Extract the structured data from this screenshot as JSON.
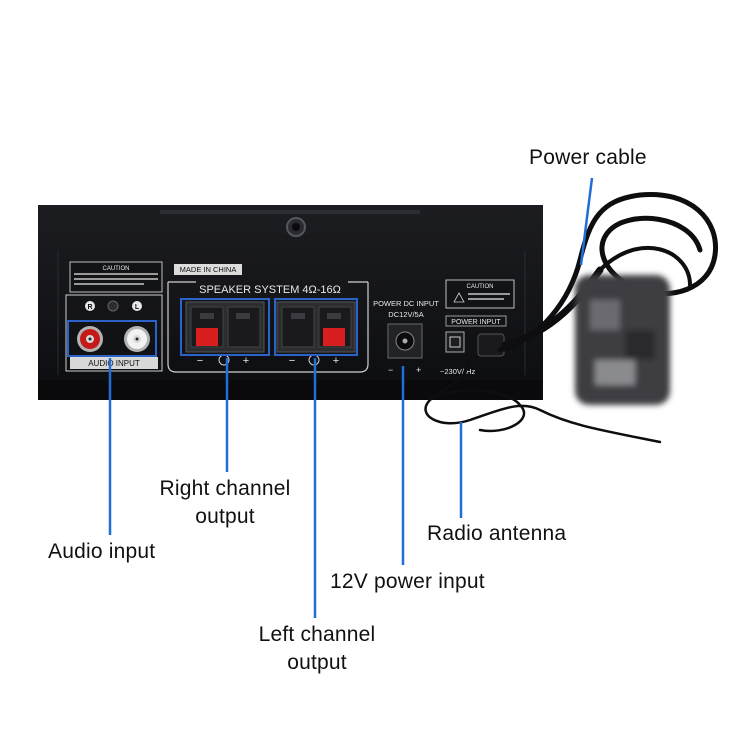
{
  "callouts": {
    "power_cable": "Power cable",
    "right_channel_line1": "Right channel",
    "right_channel_line2": "output",
    "audio_input": "Audio input",
    "radio_antenna": "Radio antenna",
    "power_input_12v": "12V power input",
    "left_channel_line1": "Left channel",
    "left_channel_line2": "output"
  },
  "panel": {
    "made_in": "MADE IN CHINA",
    "speaker_system": "SPEAKER SYSTEM 4Ω-16Ω",
    "audio_input_label": "AUDIO INPUT",
    "channel_r": "R",
    "channel_l": "L",
    "caution_left_title": "CAUTION",
    "caution_right_title": "CAUTION",
    "power_dc_input_line1": "POWER DC INPUT",
    "power_dc_input_line2": "DC12V/5A",
    "power_input_label": "POWER INPUT",
    "mains_label": "~230V/   Hz",
    "polarity_minus": "−",
    "polarity_plus": "+"
  },
  "colors": {
    "callout_line": "#1f6fd6",
    "highlight_box": "#2b63c9",
    "chassis": "#141518",
    "terminal_red": "#d81e1e",
    "rca_red": "#c41a1a",
    "rca_white": "#f2f2f2"
  }
}
